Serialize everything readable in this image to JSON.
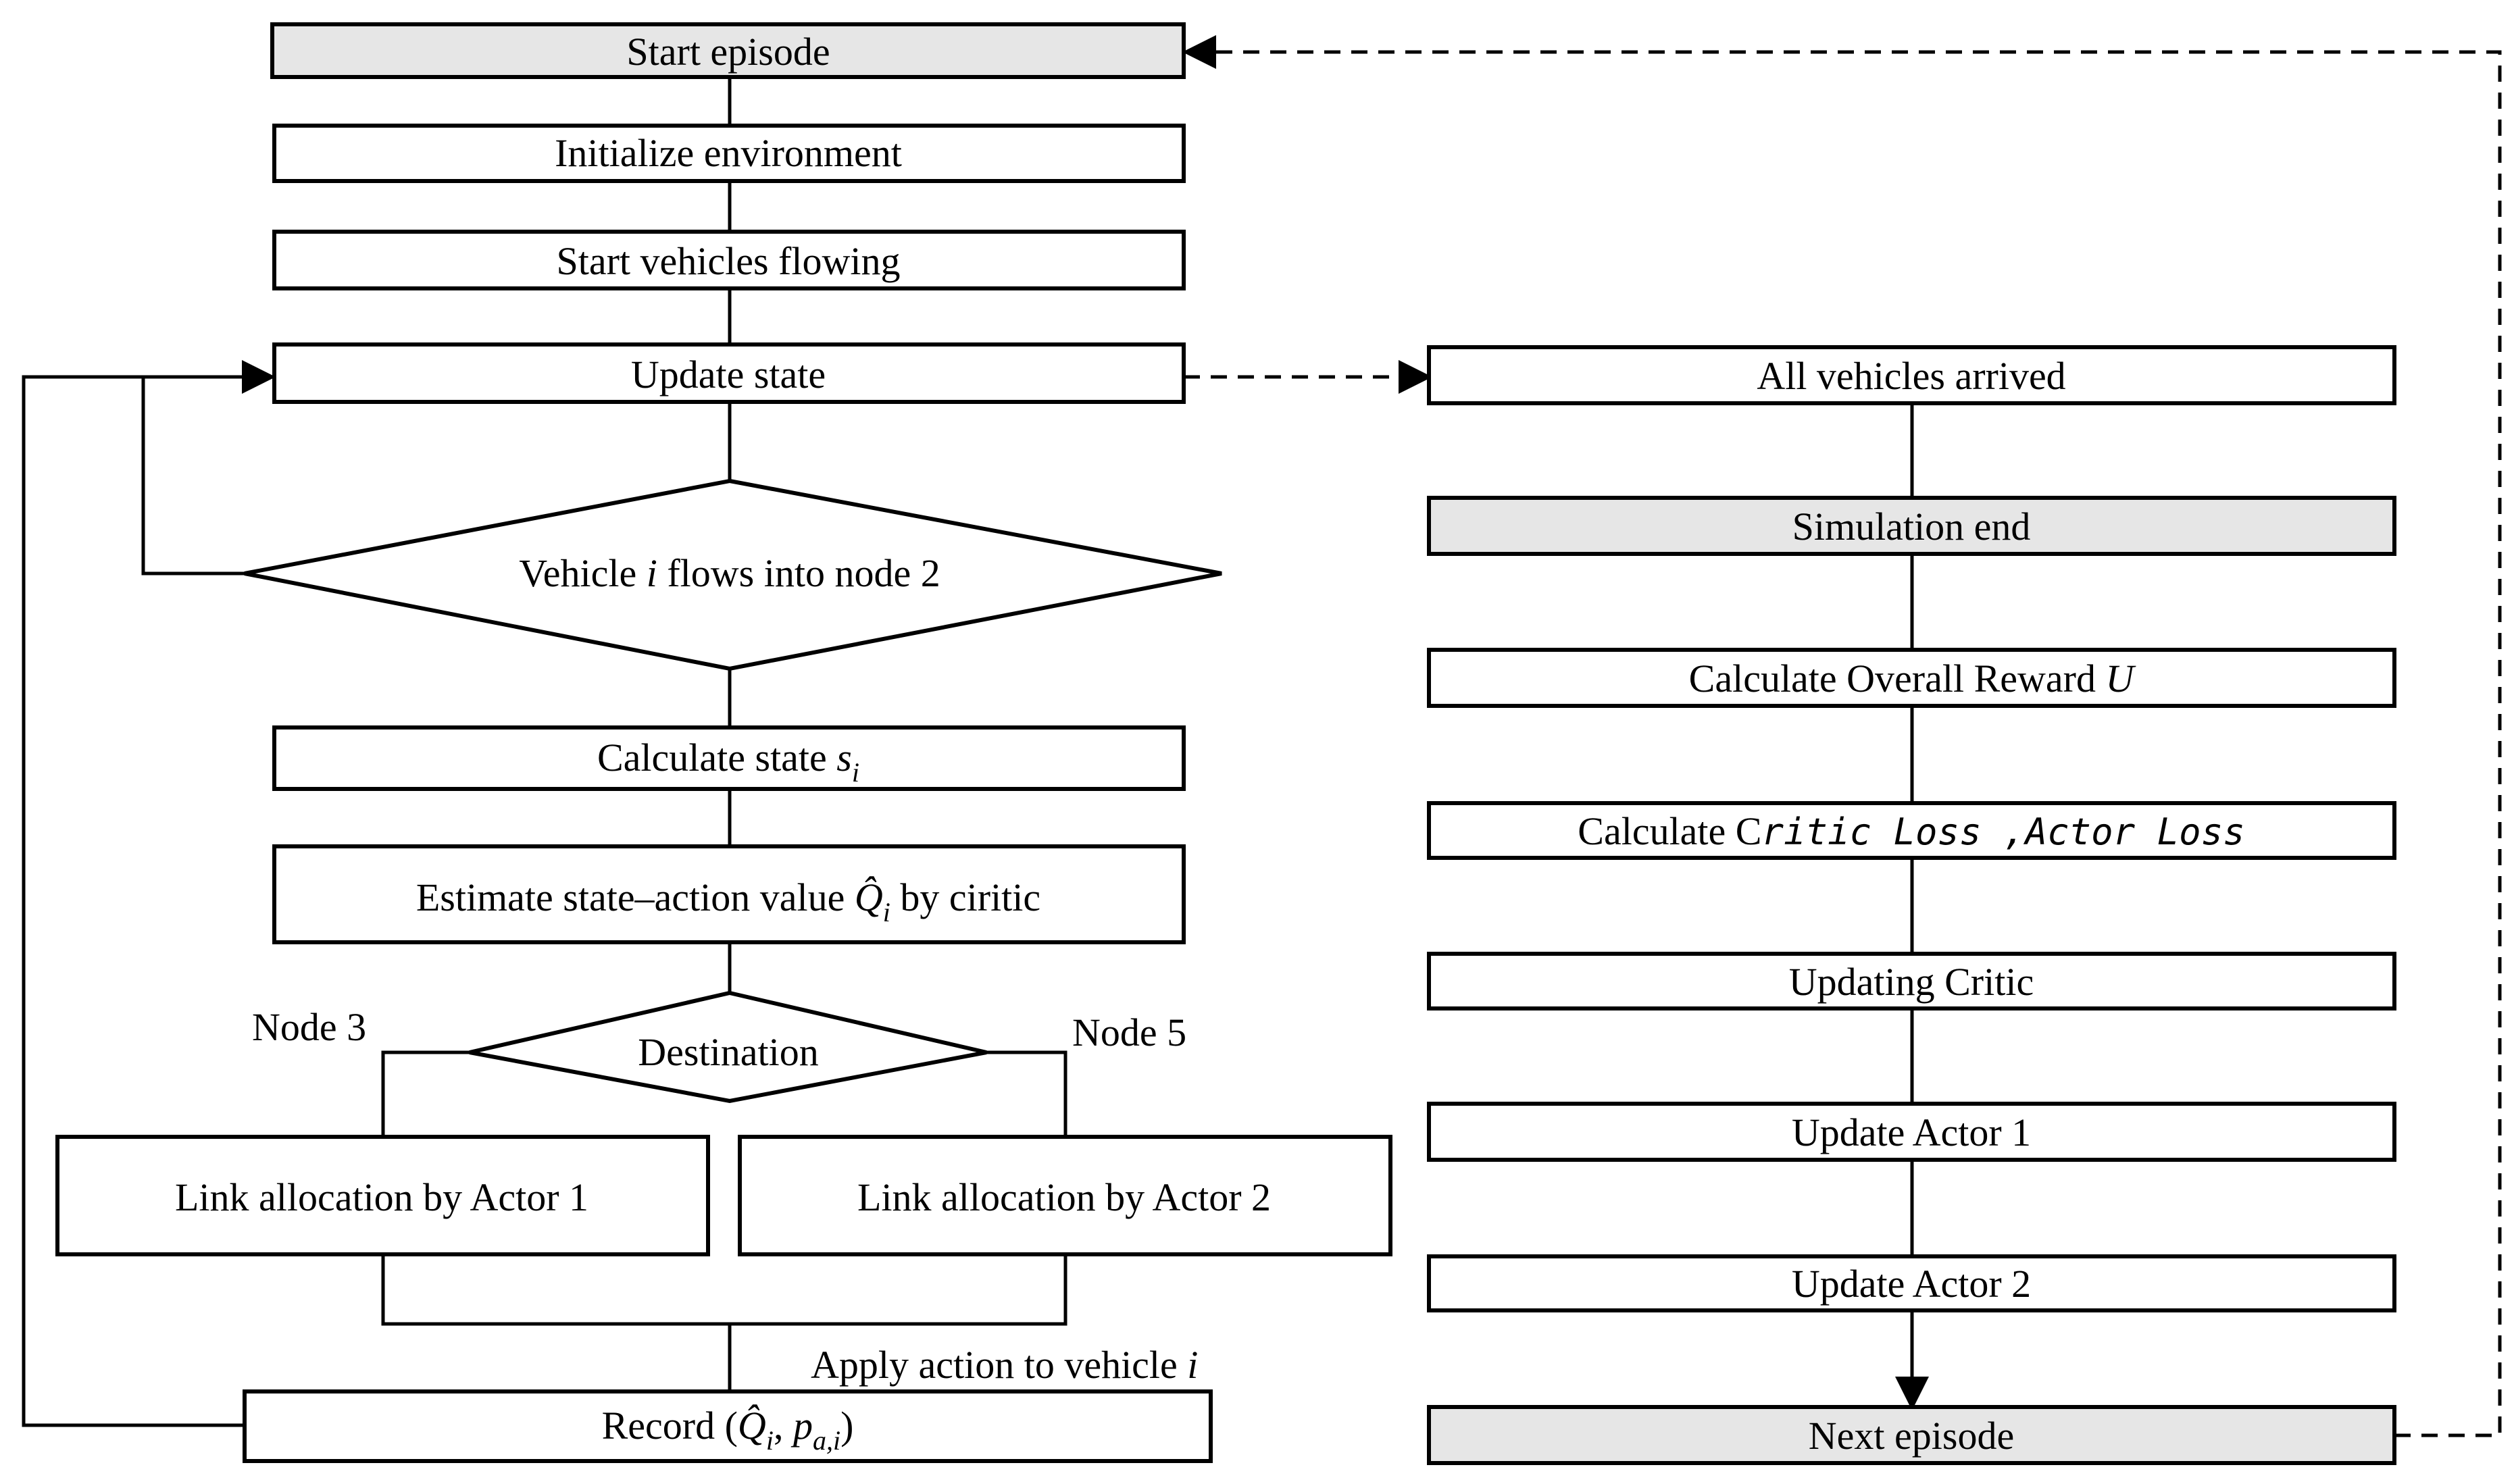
{
  "colors": {
    "stroke": "#000000",
    "shaded_fill": "#e6e6e6",
    "plain_fill": "#ffffff"
  },
  "left_flow": {
    "start": "Start episode",
    "init": "Initialize environment",
    "start_vehicles": "Start vehicles flowing",
    "update_state": "Update state",
    "decision_pre": "Vehicle ",
    "decision_var": "i",
    "decision_post": " flows into node 2",
    "calc_state_pre": "Calculate state ",
    "calc_state_var": "s",
    "calc_state_sub": "i",
    "estimate_pre": "Estimate state–action value ",
    "estimate_sym": "Q̂",
    "estimate_sub": "i",
    "estimate_post": " by ciritic",
    "destination": "Destination",
    "node3": "Node 3",
    "node5": "Node 5",
    "actor1_box": "Link allocation by Actor 1",
    "actor2_box": "Link allocation by Actor 2",
    "apply_pre": "Apply  action to vehicle ",
    "apply_var": "i",
    "record_pre": "Record (",
    "record_q": "Q̂",
    "record_q_sub": "i",
    "record_sep": ", ",
    "record_p": "p",
    "record_p_sub": "a,i",
    "record_post": ")"
  },
  "right_flow": {
    "arrived": "All vehicles arrived",
    "sim_end": "Simulation end",
    "reward_pre": "Calculate Overall Reward ",
    "reward_var": "U",
    "loss_pre": "Calculate C",
    "loss_critic": "ritic Loss",
    "loss_sep": " ,",
    "loss_actor": "Actor Loss",
    "update_critic": "Updating Critic",
    "update_actor1": "Update Actor 1",
    "update_actor2": "Update Actor 2",
    "next_episode": "Next episode"
  }
}
